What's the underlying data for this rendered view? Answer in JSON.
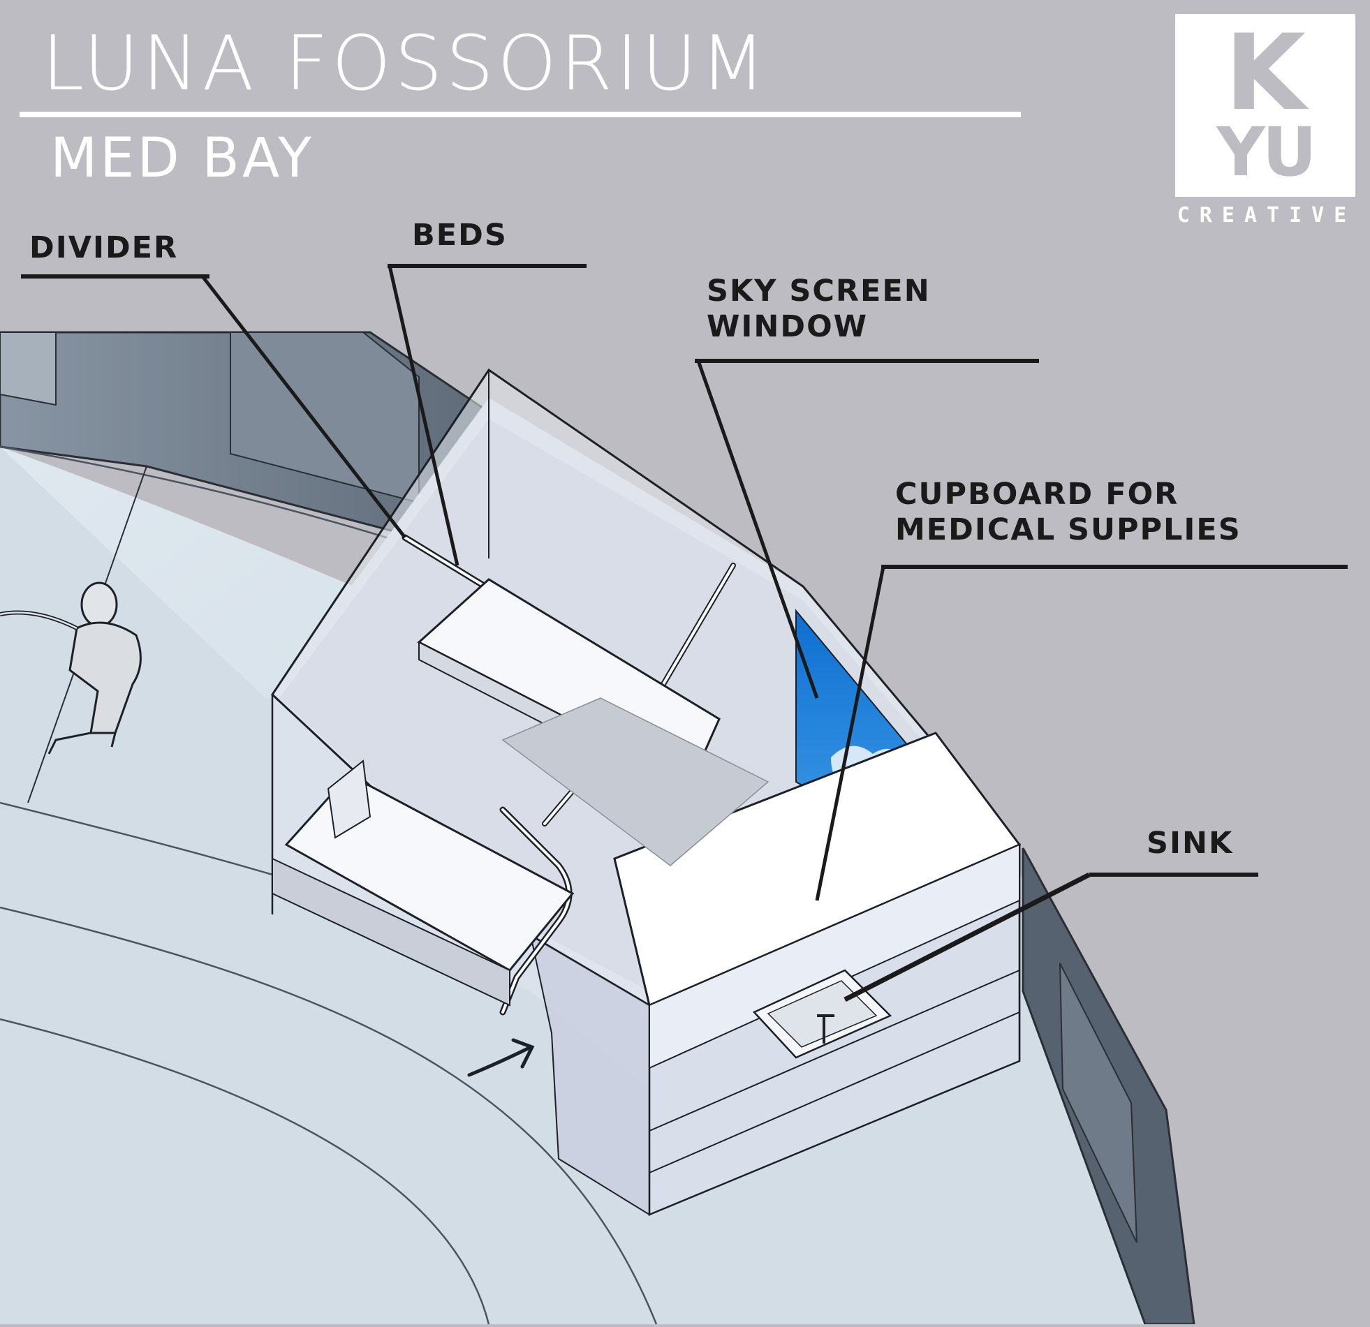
{
  "header": {
    "title": "LUNA FOSSORIUM",
    "subtitle": "MED BAY"
  },
  "logo": {
    "mark_top": "K",
    "mark_bottom": "YU",
    "wordmark": "CREATIVE"
  },
  "callouts": {
    "divider": [
      "DIVIDER"
    ],
    "beds": [
      "BEDS"
    ],
    "sky_screen_window": [
      "SKY SCREEN",
      "WINDOW"
    ],
    "cupboard": [
      "CUPBOARD FOR",
      "MEDICAL SUPPLIES"
    ],
    "sink": [
      "SINK"
    ]
  },
  "colors": {
    "background": "#bdbcc2",
    "floor": "#d7e2ea",
    "wall": "#6c7886",
    "glass": "#dde3ea",
    "sky": "#1a7fd8",
    "ink": "#1a1a1a",
    "title": "#ffffff"
  }
}
